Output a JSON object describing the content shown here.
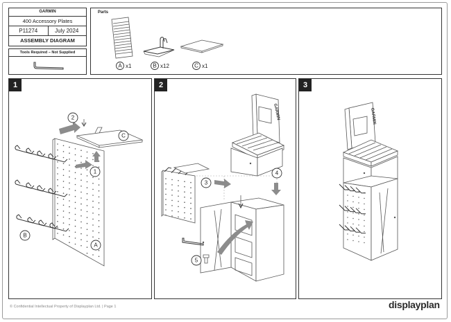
{
  "title_block": {
    "brand": "GARMIN",
    "product": "400 Accessory Plates",
    "part_number": "P11274",
    "date": "July 2024",
    "doc_type": "ASSEMBLY DIAGRAM"
  },
  "tools": {
    "title": "Tools Required – Not Supplied",
    "icon": "allen-key-icon"
  },
  "parts": {
    "title": "Parts",
    "items": [
      {
        "letter": "A",
        "qty": "x1",
        "icon": "pegboard-panel-icon"
      },
      {
        "letter": "B",
        "qty": "x12",
        "icon": "peg-hook-icon"
      },
      {
        "letter": "C",
        "qty": "x1",
        "icon": "top-plate-icon"
      }
    ]
  },
  "panels": [
    {
      "number": "1",
      "steps": [
        "1",
        "2"
      ],
      "part_labels": [
        "C",
        "B",
        "A"
      ]
    },
    {
      "number": "2",
      "steps": [
        "3",
        "4",
        "5"
      ],
      "brand_text": "GARMIN"
    },
    {
      "number": "3",
      "brand_text": "GARMIN"
    }
  ],
  "footer": {
    "copyright": "© Confidential Intellectual Property of Displayplan Ltd. | Page 1",
    "logo": "displayplan"
  }
}
